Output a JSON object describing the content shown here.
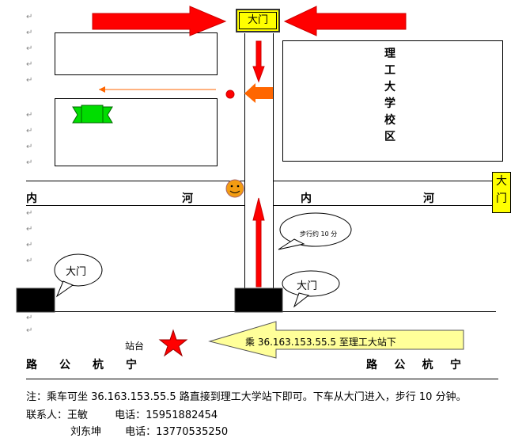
{
  "map": {
    "top_gate": "大门",
    "campus_label": [
      "理",
      "工",
      "大",
      "学",
      "校",
      "区"
    ],
    "right_gate": [
      "大",
      "门"
    ],
    "river_road": {
      "left_1": "内",
      "left_2": "河",
      "right_1": "内",
      "right_2": "河"
    },
    "walk_bubble": "步行约 10 分",
    "gate_bubble_left": "大门",
    "gate_bubble_right": "大门",
    "station_label": "站台",
    "bus_arrow_text": "乘 36.163.153.55.5 至理工大站下",
    "bottom_road": {
      "left": [
        "路",
        "公",
        "杭",
        "宁"
      ],
      "right": [
        "路",
        "公",
        "杭",
        "宁"
      ]
    }
  },
  "notes": {
    "note": "注：乘车可坐 36.163.153.55.5 路直接到理工大学站下即可。下车从大门进入，步行 10 分钟。",
    "contact_label": "联系人：",
    "contacts": [
      {
        "name": "王敏",
        "phone_label": "电话：",
        "phone": "15951882454"
      },
      {
        "name": "刘东坤",
        "phone_label": "电话：",
        "phone": "13770535250"
      }
    ]
  },
  "colors": {
    "red": "#ff0000",
    "yellow": "#ffff00",
    "orange": "#ff6600",
    "green": "#00cc00",
    "bubble": "#ffff99"
  }
}
